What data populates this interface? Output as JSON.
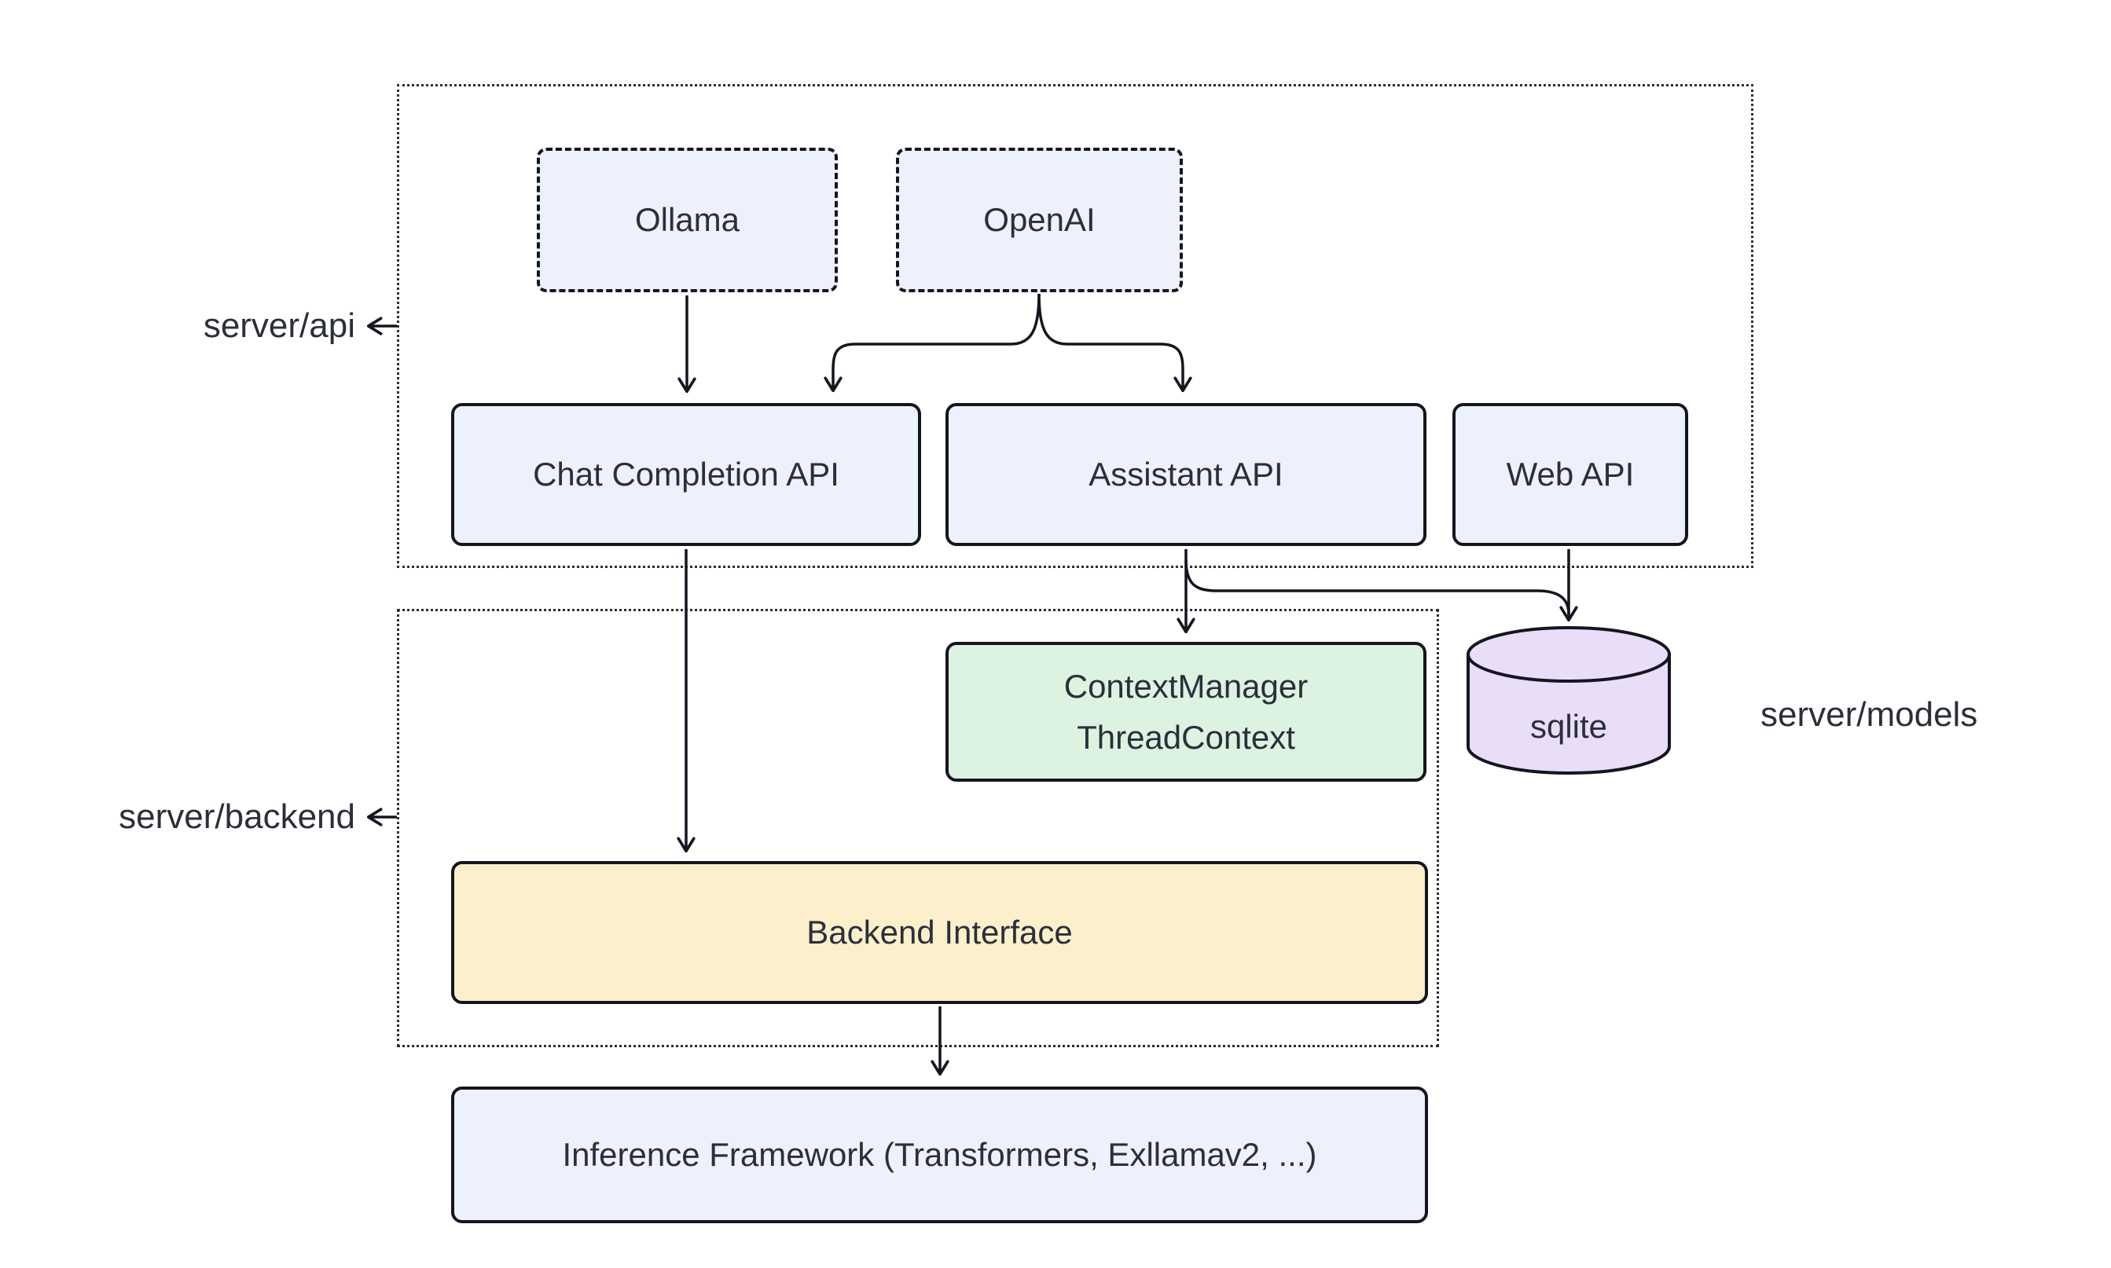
{
  "diagram": {
    "containers": {
      "api": {
        "label": "server/api"
      },
      "backend": {
        "label": "server/backend"
      }
    },
    "side_labels": {
      "models": "server/models"
    },
    "nodes": {
      "ollama": {
        "label": "Ollama"
      },
      "openai": {
        "label": "OpenAI"
      },
      "chat_api": {
        "label": "Chat Completion API"
      },
      "assistant_api": {
        "label": "Assistant API"
      },
      "web_api": {
        "label": "Web API"
      },
      "context_manager": {
        "lines": [
          "ContextManager",
          "ThreadContext"
        ]
      },
      "sqlite": {
        "label": "sqlite"
      },
      "backend_interface": {
        "label": "Backend Interface"
      },
      "inference": {
        "label": "Inference Framework (Transformers, Exllamav2, ...)"
      }
    },
    "colors": {
      "node_blue_fill": "#ECF1FB",
      "node_green_fill": "#DBF3E0",
      "node_yellow_fill": "#FBF0CB",
      "cylinder_purple_fill": "#EADDF8",
      "border_and_arrows": "#15151f",
      "dotted_container_border": "#2e2e2e",
      "text": "#2b2f3a",
      "background": "#ffffff"
    }
  }
}
